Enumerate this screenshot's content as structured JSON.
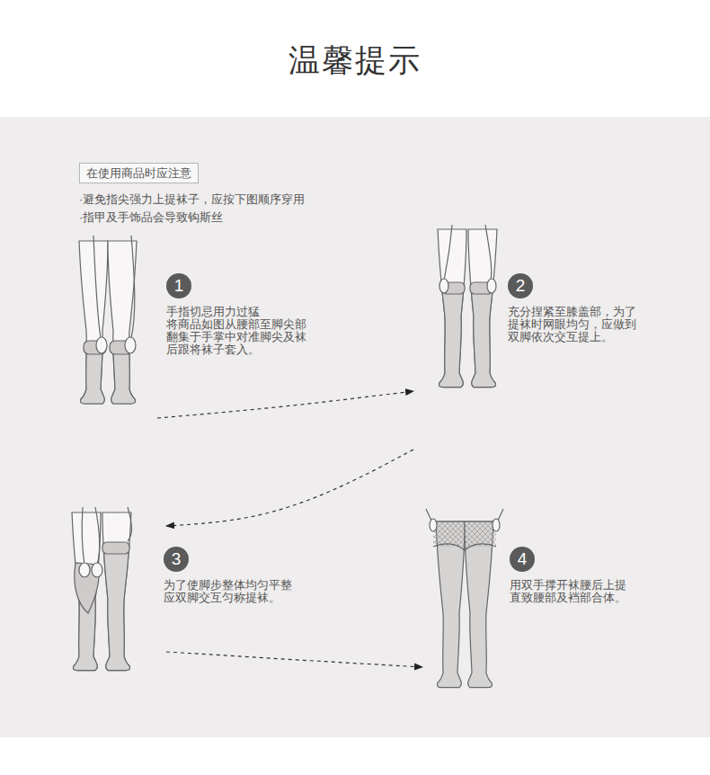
{
  "diagram": {
    "title": "温馨提示",
    "nodes": [
      {
        "text": [
          "在使用商品时应注意"
        ]
      },
      {
        "text": [
          "手指切忌用力过猛 将商品如图从腰部至脚尖部 翻集于手掌中对准脚尖及袜 后跟将袜子套入。"
        ]
      },
      {
        "text": [
          "1"
        ],
        "in": 1
      },
      {
        "text": [
          "充分捏紧至膝盖部，为了 提袜时网眼均匀，应做到 双脚依次交互提上。"
        ]
      },
      {
        "text": [
          "2"
        ],
        "in": 3
      },
      {
        "text": [
          "为了使脚步整体均匀平整 应双脚交互匀称提袜。"
        ]
      },
      {
        "text": [
          "3"
        ],
        "in": 5
      },
      {
        "text": [
          "用双手撑开袜腰后上提 直致腰部及裆部合体。"
        ]
      },
      {
        "text": [
          "4"
        ],
        "in": 7
      }
    ],
    "edges": [
      {
        "from": 1,
        "to": 3,
        "arrow": "to"
      },
      {
        "from": 3,
        "to": 5,
        "arrow": "to"
      },
      {
        "from": 5,
        "to": 7,
        "arrow": "to"
      }
    ],
    "labels": [
      "·避免指尖强力上提袜子，应按下图顺序穿用",
      "·指甲及手饰品会导致钩斯丝"
    ]
  }
}
